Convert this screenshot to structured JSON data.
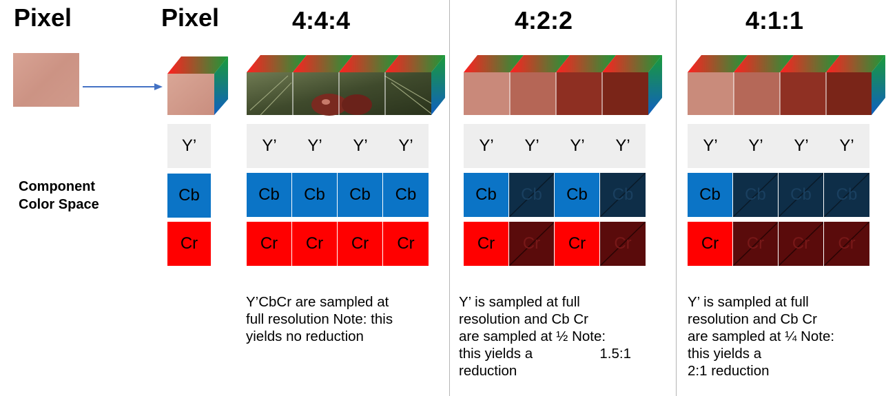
{
  "headers": {
    "pixel_left": "Pixel",
    "pixel_right": "Pixel",
    "s444": "4:4:4",
    "s422": "4:2:2",
    "s411": "4:1:1"
  },
  "component_label": [
    "Component",
    "Color Space"
  ],
  "channel_labels": {
    "y": "Y’",
    "cb": "Cb",
    "cr": "Cr"
  },
  "descriptions": {
    "s444": [
      "Y’CbCr are sampled at",
      "full resolution Note: this",
      "yields no reduction"
    ],
    "s422": [
      "Y’ is sampled at full",
      "resolution and Cb Cr",
      "are sampled at ½ Note:",
      "this yields a",
      "1.5:1",
      "reduction"
    ],
    "s411": [
      "Y’ is sampled at full",
      "resolution and Cb Cr",
      "are sampled at ¼ Note:",
      "this yields a",
      "2:1 reduction"
    ]
  },
  "colors": {
    "y_bg": "#eeeeee",
    "cb": "#0b74c6",
    "cr": "#ff0000",
    "cb_subsampled": "#0e2e48",
    "cr_subsampled": "#5a0b0b",
    "skin": "#d49c8d",
    "arrow": "#4472c4"
  }
}
